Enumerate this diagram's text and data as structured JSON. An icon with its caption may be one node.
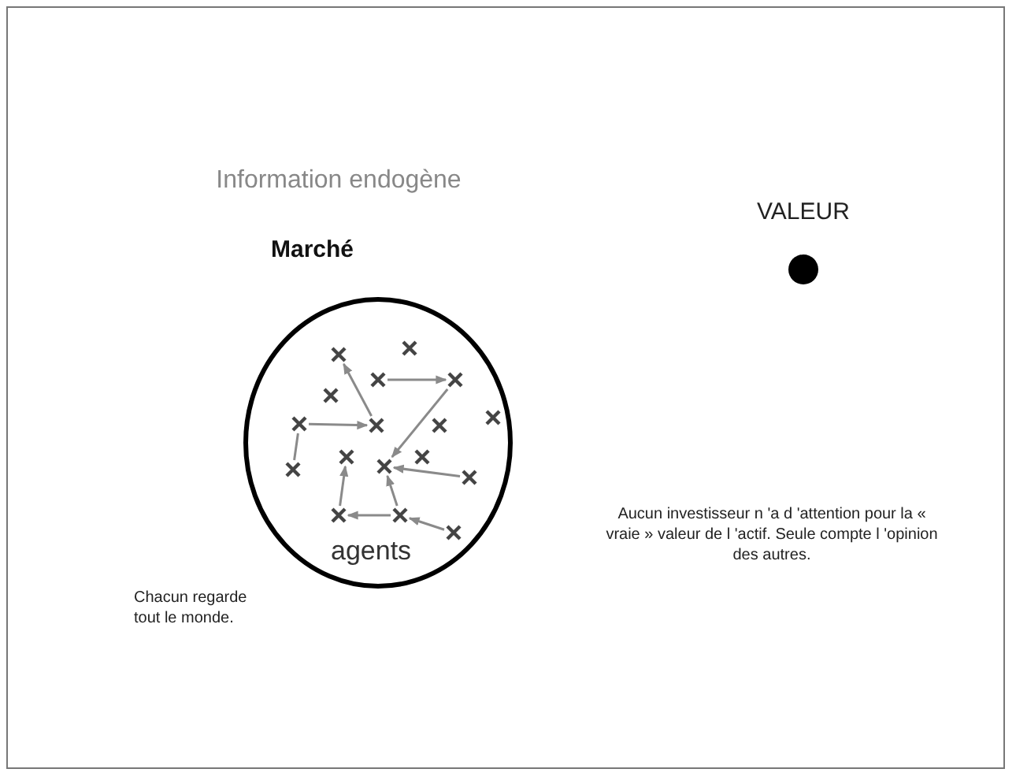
{
  "diagram": {
    "title": "Information endogène",
    "nodes": [
      {
        "text": [
          "Marché",
          "agents"
        ]
      },
      {
        "text": [],
        "shape": "cross",
        "in": 0
      },
      {
        "text": [],
        "shape": "cross",
        "in": 0
      },
      {
        "text": [],
        "shape": "cross",
        "in": 0
      },
      {
        "text": [],
        "shape": "cross",
        "in": 0
      },
      {
        "text": [],
        "shape": "cross",
        "in": 0
      },
      {
        "text": [],
        "shape": "cross",
        "in": 0
      },
      {
        "text": [],
        "shape": "cross",
        "in": 0
      },
      {
        "text": [],
        "shape": "cross",
        "in": 0
      },
      {
        "text": [],
        "shape": "cross",
        "in": 0
      },
      {
        "text": [],
        "shape": "cross",
        "in": 0
      },
      {
        "text": [],
        "shape": "cross",
        "in": 0
      },
      {
        "text": [],
        "shape": "cross",
        "in": 0
      },
      {
        "text": [],
        "shape": "cross",
        "in": 0
      },
      {
        "text": [],
        "shape": "cross",
        "in": 0
      },
      {
        "text": [],
        "shape": "cross",
        "in": 0
      },
      {
        "text": [],
        "shape": "cross",
        "in": 0
      },
      {
        "text": [],
        "shape": "cross",
        "in": 0
      },
      {
        "text": [
          "VALEUR"
        ]
      }
    ],
    "edges": [
      {
        "from": 3,
        "to": 4,
        "arrow": "to"
      },
      {
        "from": 7,
        "to": 1,
        "arrow": "to"
      },
      {
        "from": 6,
        "to": 7,
        "arrow": "to"
      },
      {
        "from": 6,
        "to": 12,
        "arrow": "none"
      },
      {
        "from": 4,
        "to": 13,
        "arrow": "to"
      },
      {
        "from": 14,
        "to": 13,
        "arrow": "to"
      },
      {
        "from": 16,
        "to": 13,
        "arrow": "to"
      },
      {
        "from": 16,
        "to": 15,
        "arrow": "to"
      },
      {
        "from": 15,
        "to": 10,
        "arrow": "to"
      },
      {
        "from": 17,
        "to": 16,
        "arrow": "to"
      }
    ],
    "labels": [
      "Aucun investisseur n 'a d 'attention pour la « vraie » valeur de l 'actif. Seule compte l 'opinion des autres.",
      "Chacun regarde tout le monde."
    ]
  }
}
